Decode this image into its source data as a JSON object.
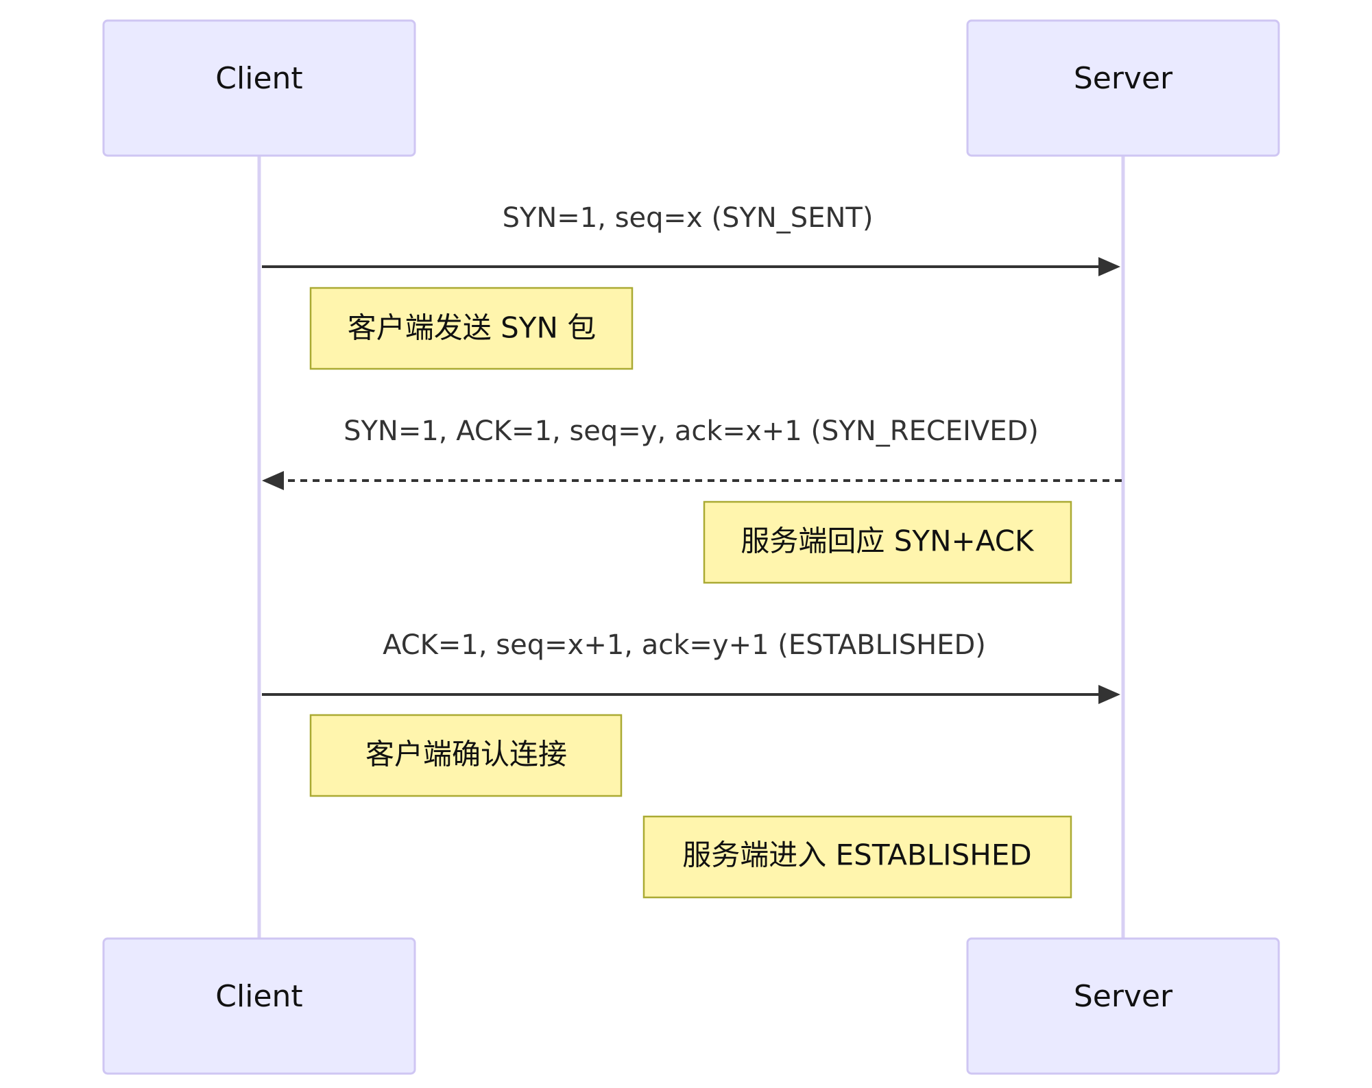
{
  "participants": {
    "client": "Client",
    "server": "Server"
  },
  "messages": [
    {
      "text": "SYN=1, seq=x (SYN_SENT)",
      "from": "client",
      "to": "server",
      "style": "solid"
    },
    {
      "text": "SYN=1, ACK=1, seq=y, ack=x+1 (SYN_RECEIVED)",
      "from": "server",
      "to": "client",
      "style": "dashed"
    },
    {
      "text": "ACK=1, seq=x+1, ack=y+1 (ESTABLISHED)",
      "from": "client",
      "to": "server",
      "style": "solid"
    }
  ],
  "notes": [
    {
      "text": "客户端发送 SYN 包",
      "side": "client"
    },
    {
      "text": "服务端回应 SYN+ACK",
      "side": "server"
    },
    {
      "text": "客户端确认连接",
      "side": "client"
    },
    {
      "text": "服务端进入 ESTABLISHED",
      "side": "server"
    }
  ],
  "colors": {
    "actor_fill": "#eaeaff",
    "actor_stroke": "#cfc6f3",
    "lifeline": "#d8d0f4",
    "note_fill": "#fff5ad",
    "note_stroke": "#aaaa33",
    "message_line": "#333333"
  }
}
